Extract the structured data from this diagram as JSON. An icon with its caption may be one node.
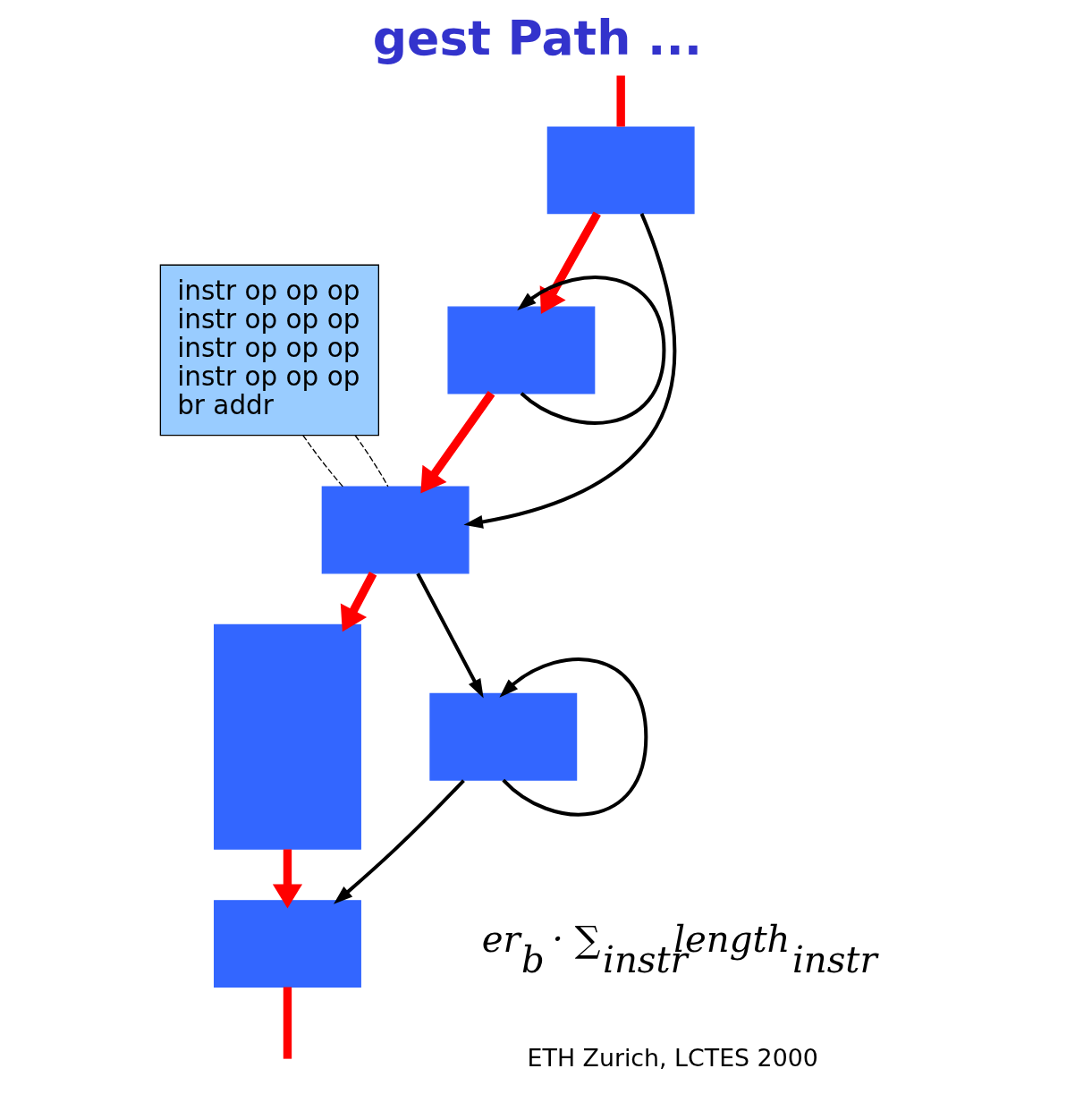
{
  "diagram": {
    "title": "gest Path ...",
    "nodes": [
      {
        "text": [],
        "shape": "box"
      },
      {
        "text": [],
        "shape": "box"
      },
      {
        "text": [
          "instr op op op",
          "instr op op op",
          "instr op op op",
          "instr op op op",
          "br addr"
        ]
      },
      {
        "text": [],
        "shape": "box"
      },
      {
        "text": [],
        "shape": "box"
      },
      {
        "text": [],
        "shape": "box"
      },
      {
        "text": [],
        "shape": "box"
      }
    ],
    "edges": [
      {
        "from": null,
        "to": 0,
        "arrow": "none",
        "style": "thick",
        "color": "#ff0000"
      },
      {
        "from": 0,
        "to": 1,
        "arrow": "to",
        "style": "thick",
        "color": "#ff0000"
      },
      {
        "from": 0,
        "to": 3,
        "arrow": "to"
      },
      {
        "from": 1,
        "to": 1,
        "arrow": "to"
      },
      {
        "from": 1,
        "to": 3,
        "arrow": "to",
        "style": "thick",
        "color": "#ff0000"
      },
      {
        "from": 2,
        "to": 3,
        "arrow": "none",
        "style": "dashed"
      },
      {
        "from": 2,
        "to": 3,
        "arrow": "none",
        "style": "dashed"
      },
      {
        "from": 3,
        "to": 4,
        "arrow": "to"
      },
      {
        "from": 3,
        "to": 5,
        "arrow": "to",
        "style": "thick",
        "color": "#ff0000"
      },
      {
        "from": 4,
        "to": 4,
        "arrow": "to"
      },
      {
        "from": 4,
        "to": 6,
        "arrow": "to"
      },
      {
        "from": 5,
        "to": 6,
        "arrow": "to",
        "style": "thick",
        "color": "#ff0000"
      },
      {
        "from": 6,
        "to": null,
        "arrow": "none",
        "style": "thick",
        "color": "#ff0000"
      }
    ],
    "labels": [
      "er$_{b}$ · ∑$_{instr}$length$_{instr}$",
      "ETH Zurich, LCTES 2000"
    ]
  }
}
